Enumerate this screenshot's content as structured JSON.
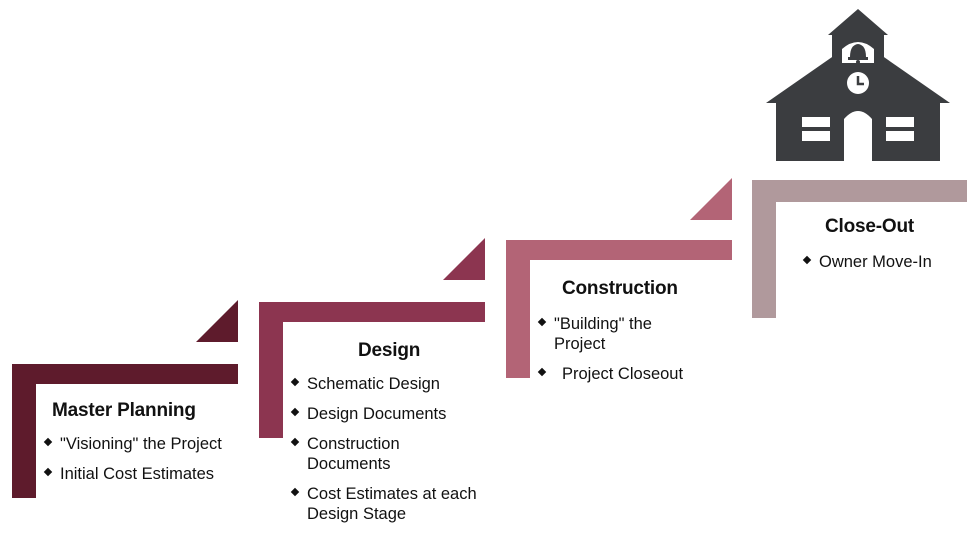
{
  "stages": [
    {
      "id": "master-planning",
      "title": "Master Planning",
      "color": "#5e1b2c",
      "items": [
        "\"Visioning\" the Project",
        "Initial Cost Estimates"
      ]
    },
    {
      "id": "design",
      "title": "Design",
      "color": "#8c3550",
      "items": [
        "Schematic Design",
        "Design Documents",
        "Construction Documents",
        "Cost Estimates at each Design Stage"
      ]
    },
    {
      "id": "construction",
      "title": "Construction",
      "color": "#b36476",
      "items": [
        "\"Building\" the Project",
        "Project Closeout"
      ]
    },
    {
      "id": "close-out",
      "title": "Close-Out",
      "color": "#b0999c",
      "items": [
        "Owner Move-In"
      ]
    }
  ],
  "icon": {
    "name": "schoolhouse-icon",
    "color": "#3b3d40"
  }
}
